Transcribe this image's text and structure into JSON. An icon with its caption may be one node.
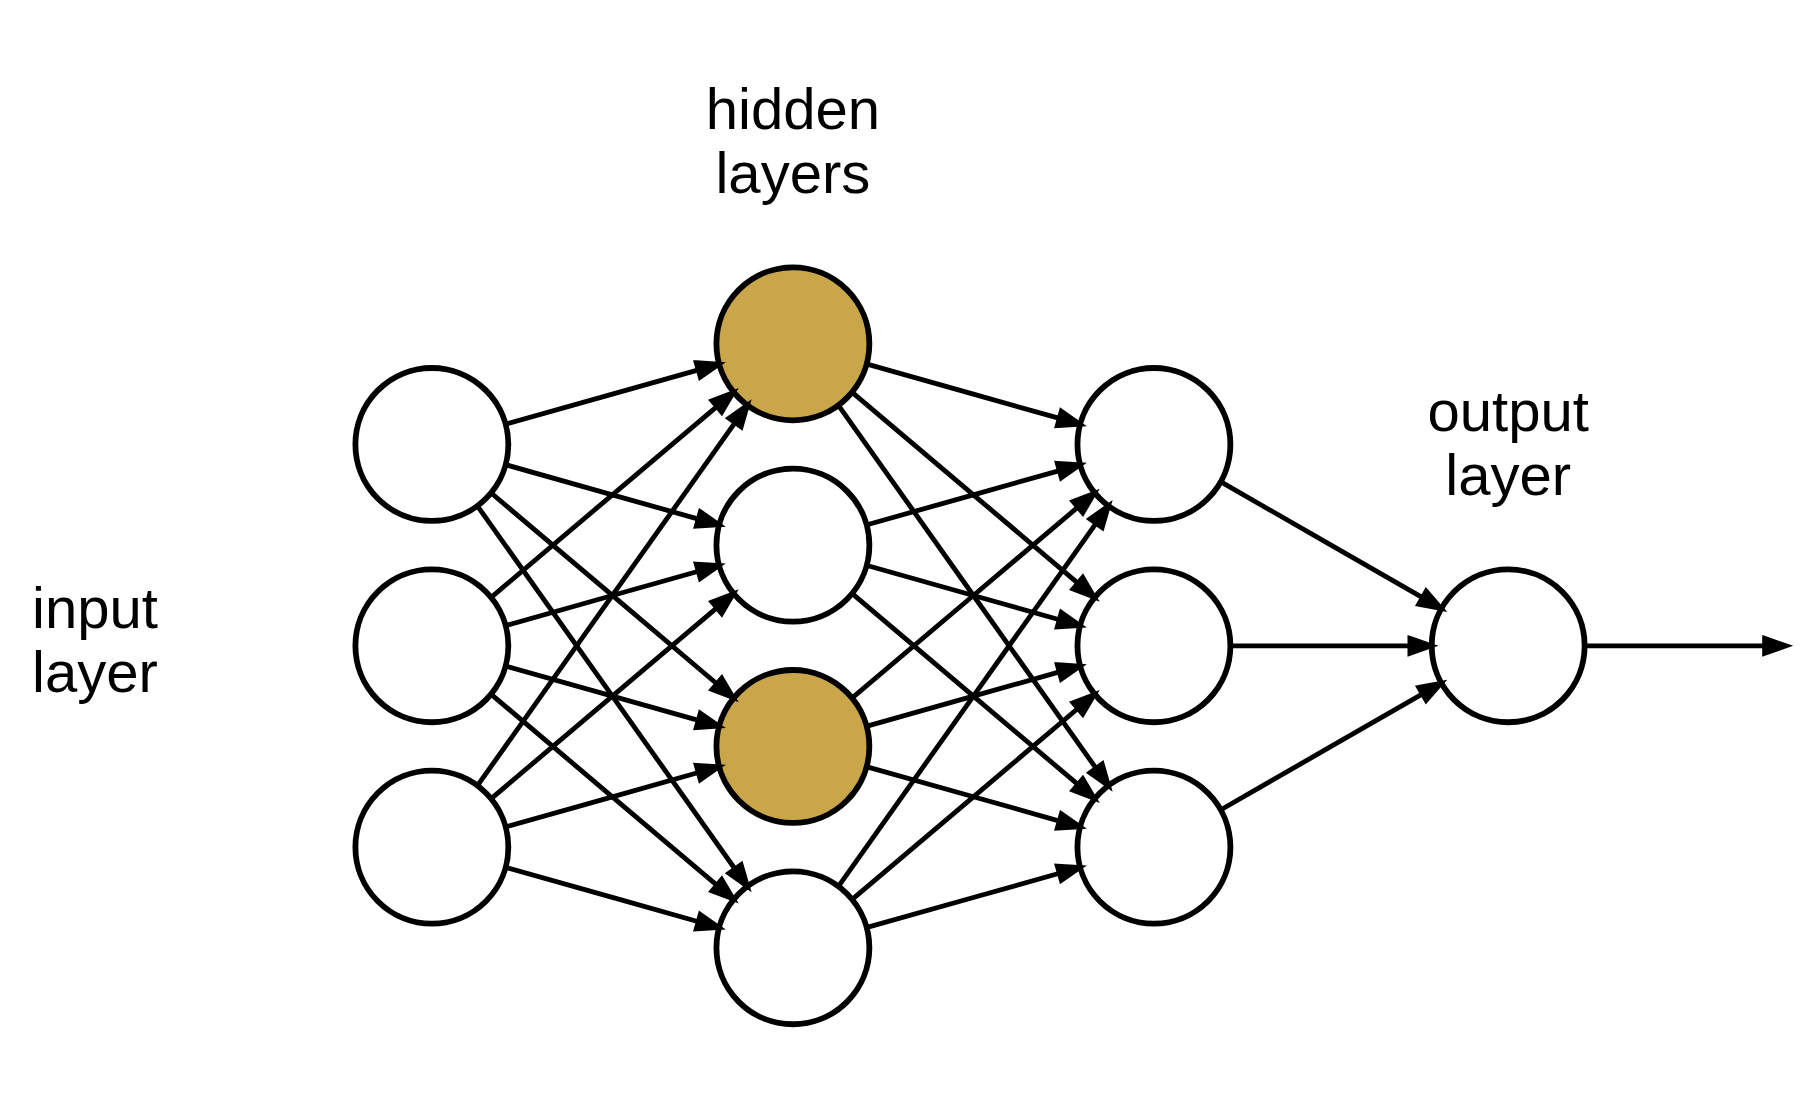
{
  "diagram": {
    "nodes": [
      {
        "text": [],
        "shape": "circle"
      },
      {
        "text": [],
        "shape": "circle"
      },
      {
        "text": [],
        "shape": "circle"
      },
      {
        "text": [],
        "shape": "circle"
      },
      {
        "text": [],
        "shape": "circle"
      },
      {
        "text": [],
        "shape": "circle"
      },
      {
        "text": [],
        "shape": "circle"
      },
      {
        "text": [],
        "shape": "circle"
      },
      {
        "text": [],
        "shape": "circle"
      },
      {
        "text": [],
        "shape": "circle"
      },
      {
        "text": [],
        "shape": "circle"
      }
    ],
    "edges": [
      {
        "from": 0,
        "to": 3,
        "arrow": "to"
      },
      {
        "from": 0,
        "to": 4,
        "arrow": "to"
      },
      {
        "from": 0,
        "to": 5,
        "arrow": "to"
      },
      {
        "from": 0,
        "to": 6,
        "arrow": "to"
      },
      {
        "from": 1,
        "to": 3,
        "arrow": "to"
      },
      {
        "from": 1,
        "to": 4,
        "arrow": "to"
      },
      {
        "from": 1,
        "to": 5,
        "arrow": "to"
      },
      {
        "from": 1,
        "to": 6,
        "arrow": "to"
      },
      {
        "from": 2,
        "to": 3,
        "arrow": "to"
      },
      {
        "from": 2,
        "to": 4,
        "arrow": "to"
      },
      {
        "from": 2,
        "to": 5,
        "arrow": "to"
      },
      {
        "from": 2,
        "to": 6,
        "arrow": "to"
      },
      {
        "from": 3,
        "to": 7,
        "arrow": "to"
      },
      {
        "from": 3,
        "to": 8,
        "arrow": "to"
      },
      {
        "from": 3,
        "to": 9,
        "arrow": "to"
      },
      {
        "from": 4,
        "to": 7,
        "arrow": "to"
      },
      {
        "from": 4,
        "to": 8,
        "arrow": "to"
      },
      {
        "from": 4,
        "to": 9,
        "arrow": "to"
      },
      {
        "from": 5,
        "to": 7,
        "arrow": "to"
      },
      {
        "from": 5,
        "to": 8,
        "arrow": "to"
      },
      {
        "from": 5,
        "to": 9,
        "arrow": "to"
      },
      {
        "from": 6,
        "to": 7,
        "arrow": "to"
      },
      {
        "from": 6,
        "to": 8,
        "arrow": "to"
      },
      {
        "from": 6,
        "to": 9,
        "arrow": "to"
      },
      {
        "from": 7,
        "to": 10,
        "arrow": "to"
      },
      {
        "from": 8,
        "to": 10,
        "arrow": "to"
      },
      {
        "from": 9,
        "to": 10,
        "arrow": "to"
      },
      {
        "from": 10,
        "to": null,
        "arrow": "to"
      }
    ],
    "labels": [
      "hidden layers",
      "input layer",
      "output layer"
    ]
  }
}
